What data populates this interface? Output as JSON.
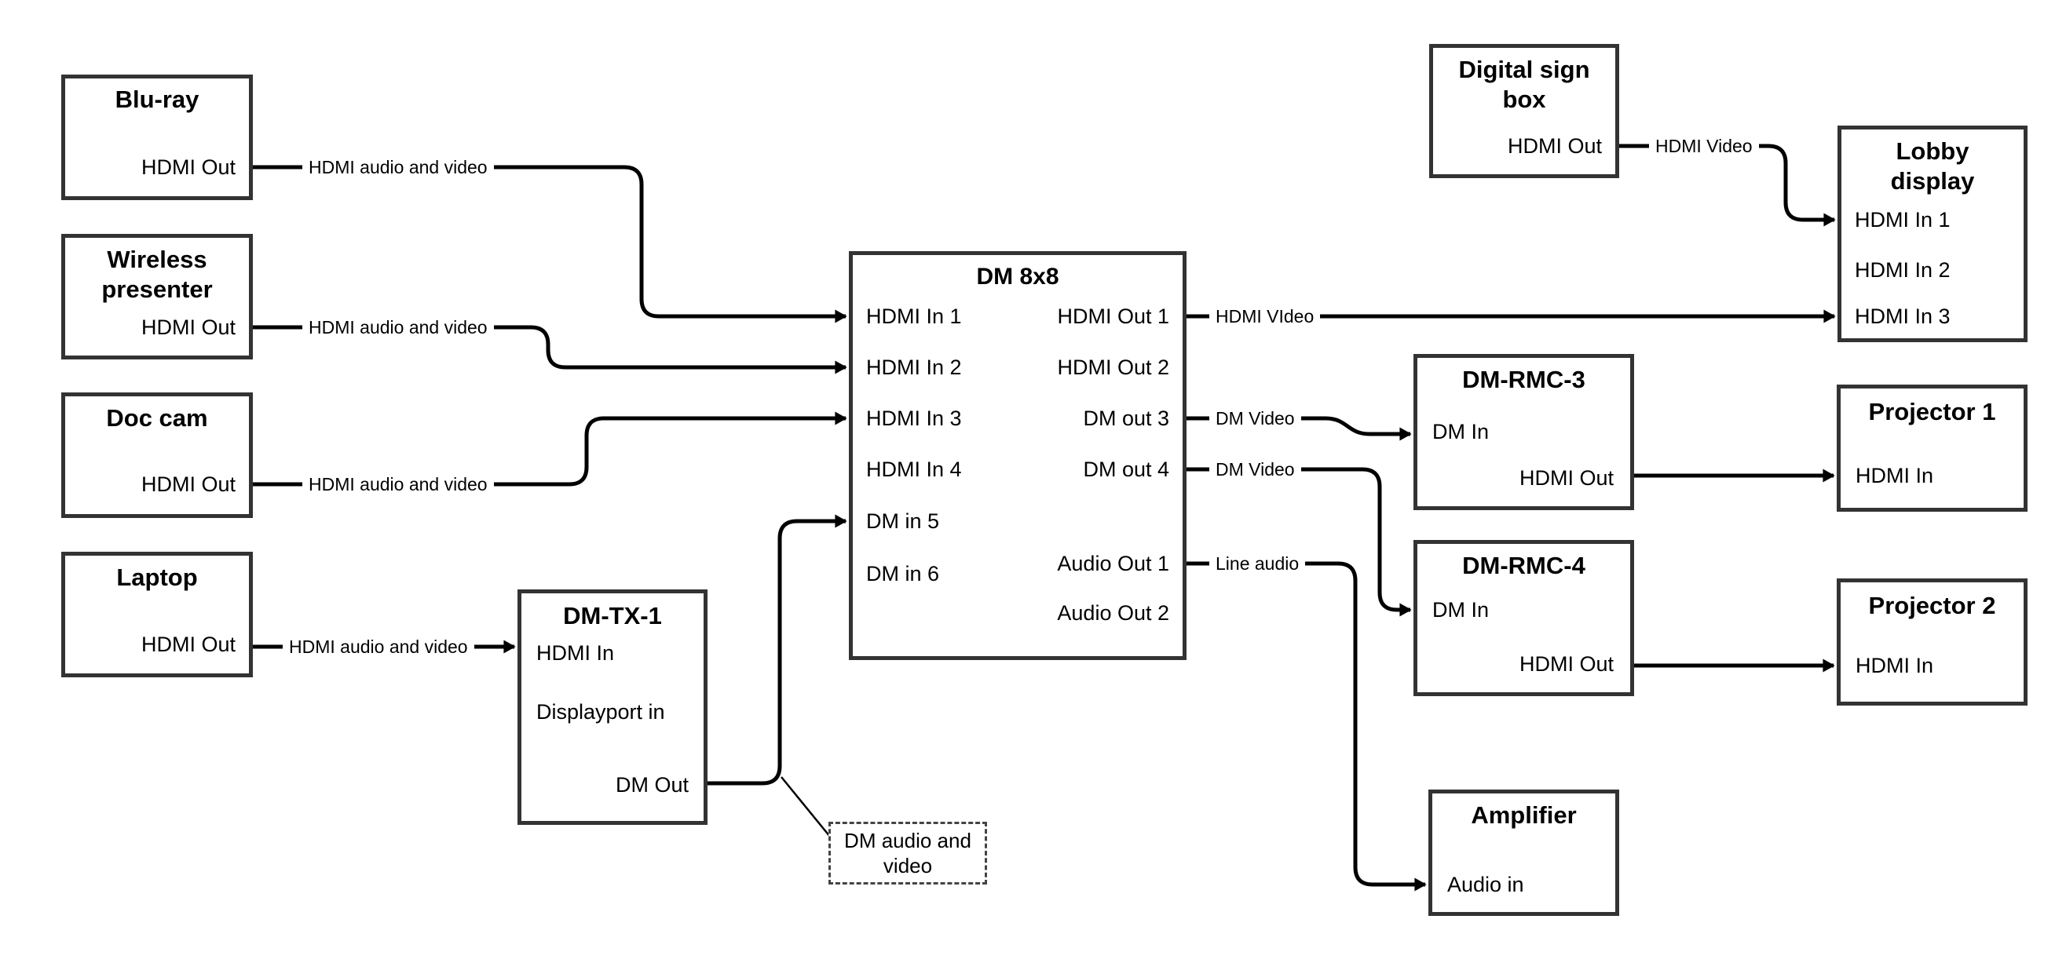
{
  "diagram": {
    "background_color": "#ffffff",
    "wire_color": "#000000",
    "box_border_color": "#333333",
    "text_color": "#000000"
  },
  "nodes": {
    "bluray": {
      "title": "Blu-ray",
      "ports": {
        "hdmi_out": "HDMI Out"
      }
    },
    "wireless": {
      "title": "Wireless presenter",
      "ports": {
        "hdmi_out": "HDMI Out"
      }
    },
    "doccam": {
      "title": "Doc cam",
      "ports": {
        "hdmi_out": "HDMI Out"
      }
    },
    "laptop": {
      "title": "Laptop",
      "ports": {
        "hdmi_out": "HDMI Out"
      }
    },
    "dmtx1": {
      "title": "DM-TX-1",
      "ports": {
        "hdmi_in": "HDMI In",
        "displayport_in": "Displayport in",
        "dm_out": "DM Out"
      }
    },
    "dm8x8": {
      "title": "DM 8x8",
      "ports": {
        "hdmi_in_1": "HDMI In 1",
        "hdmi_in_2": "HDMI In 2",
        "hdmi_in_3": "HDMI In 3",
        "hdmi_in_4": "HDMI In 4",
        "dm_in_5": "DM in 5",
        "dm_in_6": "DM in 6",
        "hdmi_out_1": "HDMI Out 1",
        "hdmi_out_2": "HDMI Out 2",
        "dm_out_3": "DM out 3",
        "dm_out_4": "DM out 4",
        "audio_out_1": "Audio Out 1",
        "audio_out_2": "Audio Out 2"
      }
    },
    "digital_sign": {
      "title": "Digital sign box",
      "ports": {
        "hdmi_out": "HDMI Out"
      }
    },
    "lobby": {
      "title": "Lobby display",
      "ports": {
        "hdmi_in_1": "HDMI In 1",
        "hdmi_in_2": "HDMI In 2",
        "hdmi_in_3": "HDMI In 3"
      }
    },
    "dmrmc3": {
      "title": "DM-RMC-3",
      "ports": {
        "dm_in": "DM In",
        "hdmi_out": "HDMI Out"
      }
    },
    "proj1": {
      "title": "Projector 1",
      "ports": {
        "hdmi_in": "HDMI In"
      }
    },
    "dmrmc4": {
      "title": "DM-RMC-4",
      "ports": {
        "dm_in": "DM In",
        "hdmi_out": "HDMI Out"
      }
    },
    "proj2": {
      "title": "Projector 2",
      "ports": {
        "hdmi_in": "HDMI In"
      }
    },
    "amplifier": {
      "title": "Amplifier",
      "ports": {
        "audio_in": "Audio in"
      }
    },
    "note": {
      "text": "DM audio and video"
    }
  },
  "wire_labels": {
    "bluray_feed": "HDMI audio and video",
    "wireless_feed": "HDMI audio and video",
    "doccam_feed": "HDMI audio and video",
    "laptop_feed": "HDMI audio and video",
    "hdmi_out_1_feed": "HDMI VIdeo",
    "dm_out_3_feed": "DM Video",
    "dm_out_4_feed": "DM Video",
    "audio_out_1_feed": "Line audio",
    "digital_sign_feed": "HDMI Video"
  }
}
